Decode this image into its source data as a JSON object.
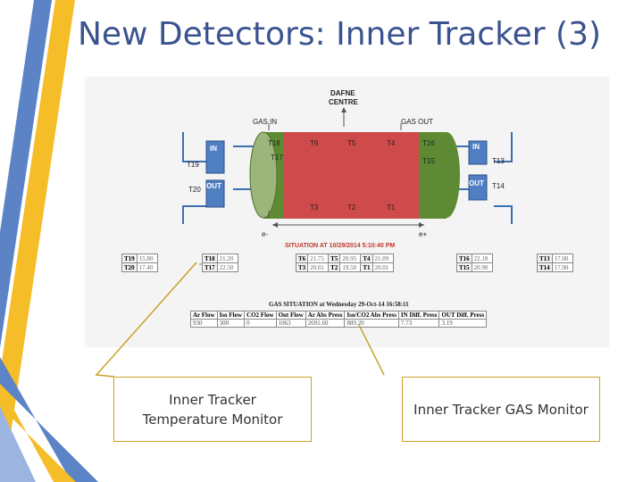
{
  "title": "New Detectors: Inner Tracker (3)",
  "colors": {
    "accent_yellow": "#f5bd27",
    "accent_blue": "#5b83c6",
    "title_color": "#3a5390",
    "cylinder_red": "#cf4a4a",
    "cylinder_green": "#5e8a34",
    "box_blue": "#4f7fc2",
    "callout_border": "#c9a227"
  },
  "diagram": {
    "dafne_centre": "DAFNE\nCENTRE",
    "dafne_line1": "DAFNE",
    "dafne_line2": "CENTRE",
    "gas_in": "GAS IN",
    "gas_out": "GAS OUT",
    "left_in": "IN",
    "left_out": "OUT",
    "right_in": "IN",
    "right_out": "OUT",
    "sensors": {
      "T18": "T18",
      "T17": "T17",
      "T6": "T6",
      "T5": "T5",
      "T4": "T4",
      "T16": "T16",
      "T15": "T15",
      "T3": "T3",
      "T2": "T2",
      "T1": "T1",
      "T19": "T19",
      "T20": "T20",
      "T13": "T13",
      "T14": "T14"
    },
    "e_minus": "e-",
    "e_plus": "e+",
    "situation": "SITUATION AT 10/29/2014 5:10:40 PM"
  },
  "temp_tables": [
    {
      "rows": [
        [
          "T19",
          "15.80"
        ],
        [
          "T20",
          "17.40"
        ]
      ]
    },
    {
      "rows": [
        [
          "T18",
          "21.20"
        ],
        [
          "T17",
          "22.50"
        ]
      ]
    },
    {
      "rows": [
        [
          "T6",
          "21.75",
          "T5",
          "20.95",
          "T4",
          "21.09"
        ],
        [
          "T3",
          "20.01",
          "T2",
          "19.50",
          "T1",
          "20.01"
        ]
      ]
    },
    {
      "rows": [
        [
          "T16",
          "22.18"
        ],
        [
          "T15",
          "20.90"
        ]
      ]
    },
    {
      "rows": [
        [
          "T13",
          "17.00"
        ],
        [
          "T14",
          "17.90"
        ]
      ]
    }
  ],
  "gas": {
    "title": "GAS SITUATION at Wednesday 29-Oct-14 16:58:11",
    "headers": [
      "Ar Flow",
      "Iso Flow",
      "CO2 Flow",
      "Out Flow",
      "Ar Abs Press",
      "Iso/CO2 Abs Press",
      "IN Diff. Press",
      "OUT Diff. Press"
    ],
    "values": [
      "930",
      "300",
      "0",
      "1063",
      "2691.60",
      "889.20",
      "7.73",
      "3.19"
    ]
  },
  "callouts": {
    "temperature": "Inner Tracker\nTemperature Monitor",
    "temperature_line1": "Inner Tracker",
    "temperature_line2": "Temperature Monitor",
    "gas": "Inner Tracker GAS Monitor"
  }
}
